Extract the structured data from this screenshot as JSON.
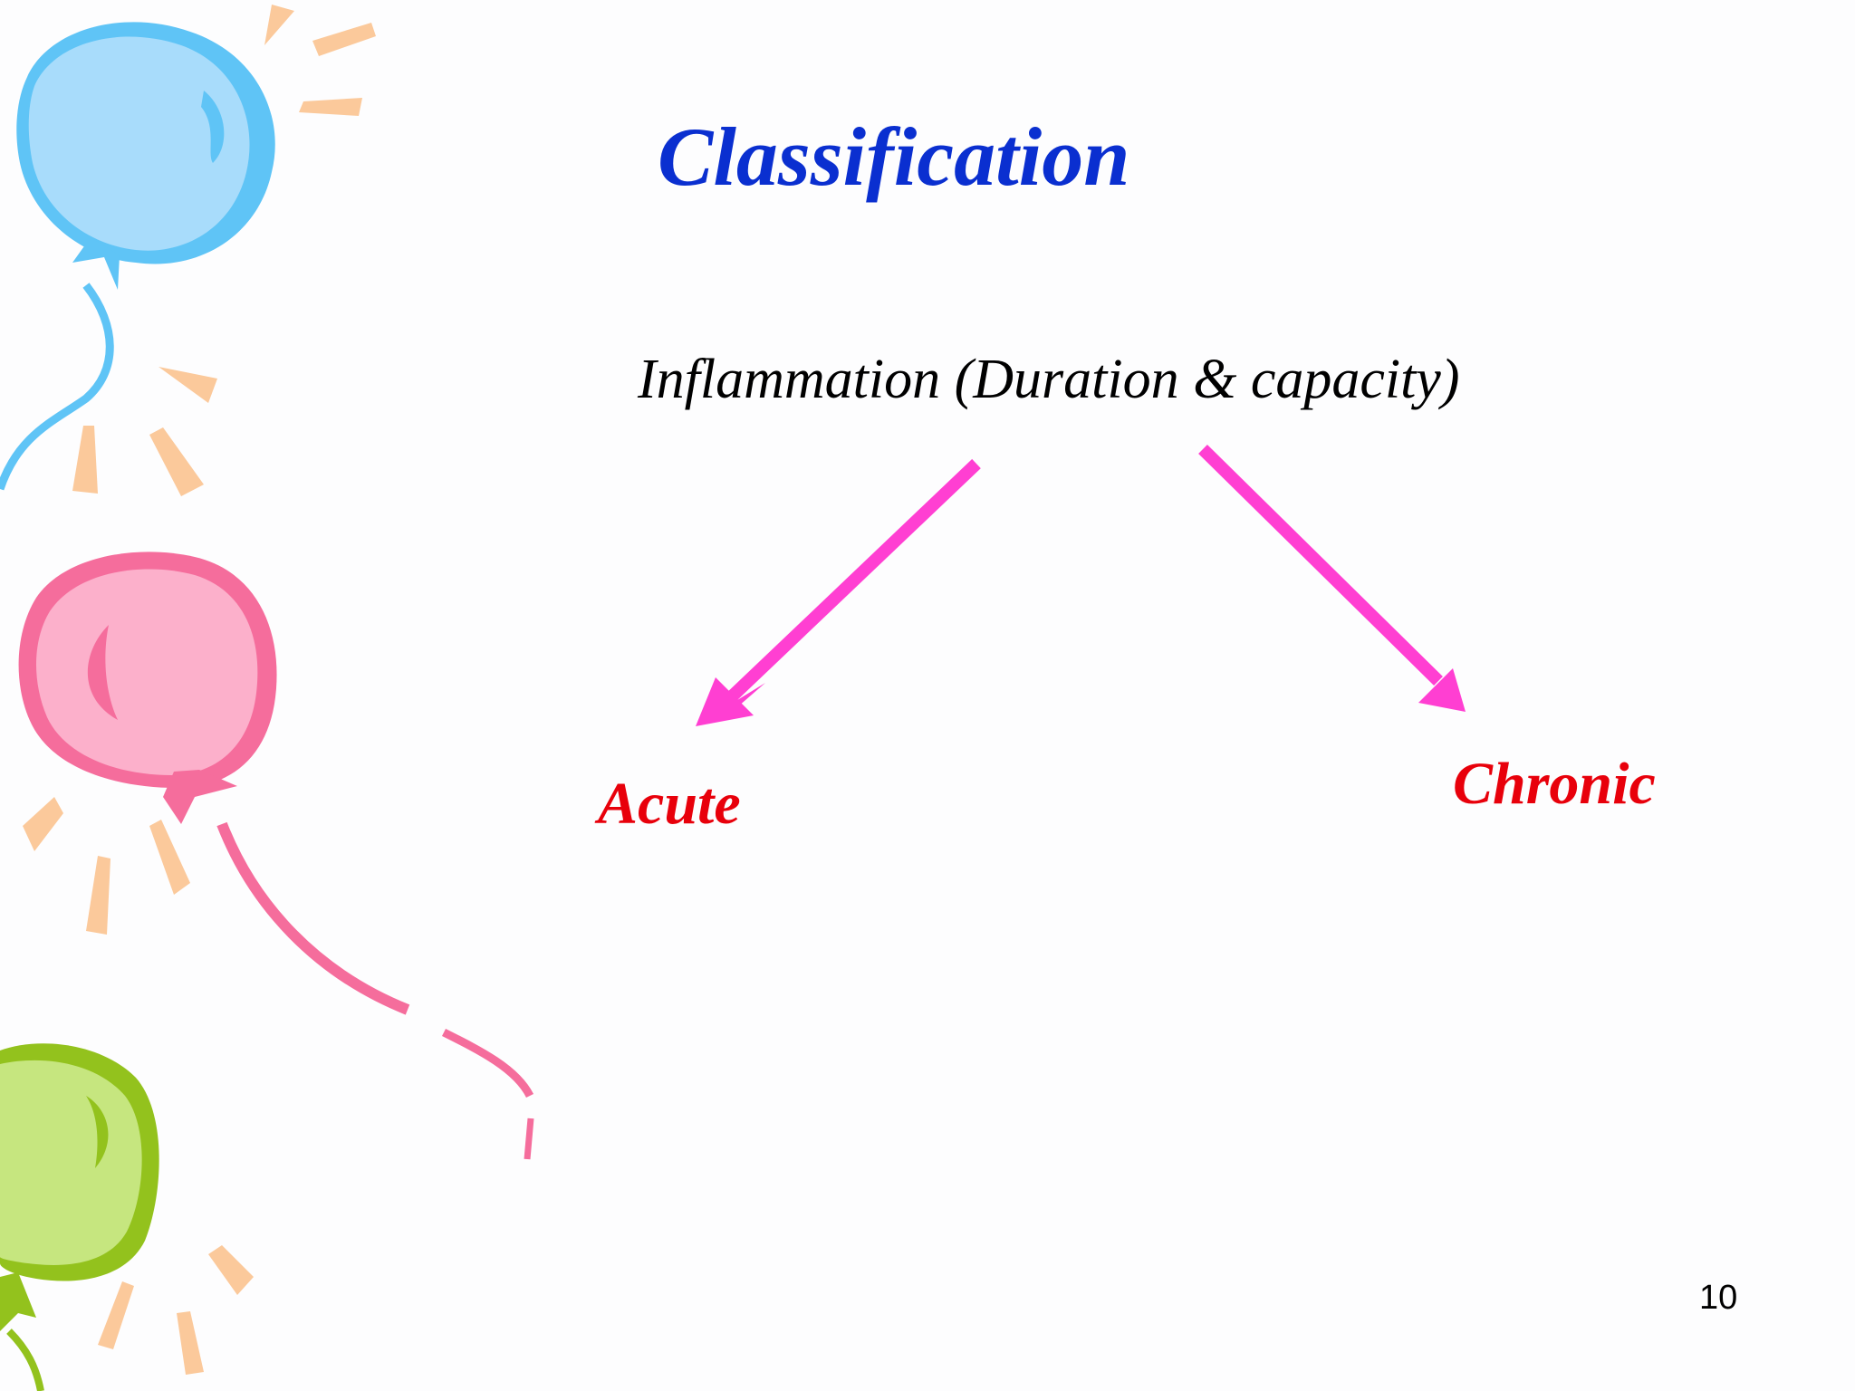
{
  "slide": {
    "title": "Classification",
    "root": "Inflammation (Duration & capacity)",
    "branches": [
      {
        "label": "Acute"
      },
      {
        "label": "Chronic"
      }
    ],
    "page_number": "10"
  },
  "colors": {
    "title": "#0a2fd0",
    "branch_text": "#e8000b",
    "arrow": "#ff3fd2",
    "balloon_blue": "#a8dcfb",
    "balloon_blue_edge": "#5fc4f6",
    "balloon_pink": "#fcb0cb",
    "balloon_pink_edge": "#f56d9c",
    "balloon_green": "#c6e67f",
    "balloon_green_edge": "#93c21d",
    "rays": "#fbc99b"
  }
}
